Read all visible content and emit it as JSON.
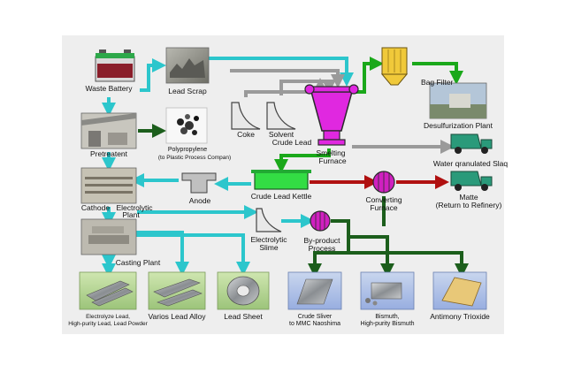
{
  "nodes": {
    "waste_battery": "Waste Battery",
    "lead_scrap": "Lead Scrap",
    "bag_filter": "Bag Filter",
    "desulfurization_plant": "Desulfurization Plant",
    "pretreatment": "Pretreatent",
    "polypropylene_line1": "Polypropylene",
    "polypropylene_line2": "(to Plastic Process Compan)",
    "coke": "Coke",
    "solvent": "Solvent",
    "crude_lead": "Crude Lead",
    "smelting_line1": "Smelting",
    "smelting_line2": "Furnace",
    "water_granulated_slag": "Water qranulated Slaq",
    "crude_lead_kettle": "Crude Lead Kettle",
    "converting_line1": "Converting",
    "converting_line2": "Furnace",
    "matte_line1": "Matte",
    "matte_line2": "(Return to Refinery)",
    "cathode": "Cathode",
    "electrolytic_plant_line1": "Electrolytic",
    "electrolytic_plant_line2": "Plant",
    "anode": "Anode",
    "electrolytic_slime_line1": "Electrolytic",
    "electrolytic_slime_line2": "Slime",
    "byproduct_line1": "By-product",
    "byproduct_line2": "Process",
    "casting_plant": "Casting Plant",
    "electrolyze_lead_line1": "Electrolyze Lead,",
    "electrolyze_lead_line2": "High-purity Lead, Lead Powder",
    "various_alloy": "Varios Lead Alloy",
    "lead_sheet": "Lead Sheet",
    "crude_silver_line1": "Crude Sliver",
    "crude_silver_line2": "to MMC Naoshima",
    "bismuth_line1": "Bismuth,",
    "bismuth_line2": "High-purity Bismuth",
    "antimony_trioxide": "Antimony Trioxide"
  },
  "colors": {
    "cyan_arrow": "#2cc6cc",
    "gray_arrow": "#9a9a9a",
    "green_arrow": "#1aa81a",
    "darkgreen_arrow": "#1c5e1c",
    "red_arrow": "#b01010",
    "furnace": "#e028e0",
    "kettle": "#33dd44",
    "converting": "#d020c0",
    "truck": "#2a9a7a",
    "panel_bg": "#eeeeee"
  }
}
